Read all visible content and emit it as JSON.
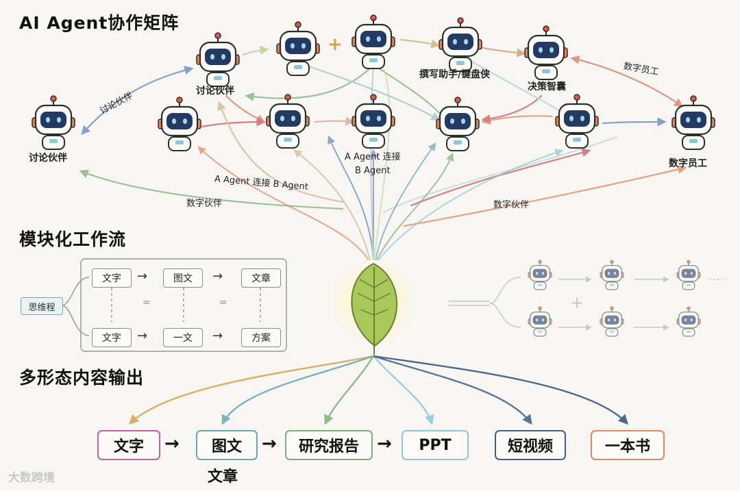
{
  "sections": {
    "agent_matrix": "AI Agent协作矩阵",
    "workflow": "模块化工作流",
    "output": "多形态内容输出"
  },
  "agent_labels": {
    "discussion_top": "讨论伙伴",
    "discussion_left": "讨论伙伴",
    "writing_assistant": "撰写助手/键盘侠",
    "decision": "决策智囊",
    "digital_employee_right": "数字员工",
    "a_connect_b_center": "A Agent 连接\nB Agent"
  },
  "edge_labels": {
    "discussion_arc": "讨论伙伴",
    "a_connect_b": "A Agent 连接 B Agent",
    "digital_partner_left": "数字伙伴",
    "digital_partner_right": "数字伙伴",
    "digital_employee_top": "数字员工"
  },
  "connector": "+",
  "workflow": {
    "start": "思维程",
    "top_row": [
      "文字",
      "图文",
      "文章"
    ],
    "bottom_row": [
      "文字",
      "一文",
      "方案"
    ],
    "equals": [
      "=",
      "="
    ]
  },
  "outputs": [
    {
      "label": "文字",
      "color": "#c9609a"
    },
    {
      "label": "图文",
      "color": "#6aa6b0"
    },
    {
      "label": "研究报告",
      "color": "#7fae78"
    },
    {
      "label": "PPT",
      "color": "#8fc6d6"
    },
    {
      "label": "短视频",
      "color": "#3d5f88"
    },
    {
      "label": "一本书",
      "color": "#e4855b"
    }
  ],
  "output_arrow": "→",
  "output_sub": "文章",
  "watermark": "大数跨境",
  "colors": {
    "robot_visor": "#243a63",
    "robot_head": "#fbfbf8",
    "robot_outline": "#2d2d2d",
    "leaf": "#a8c85a",
    "glow": "#fff3a0"
  }
}
